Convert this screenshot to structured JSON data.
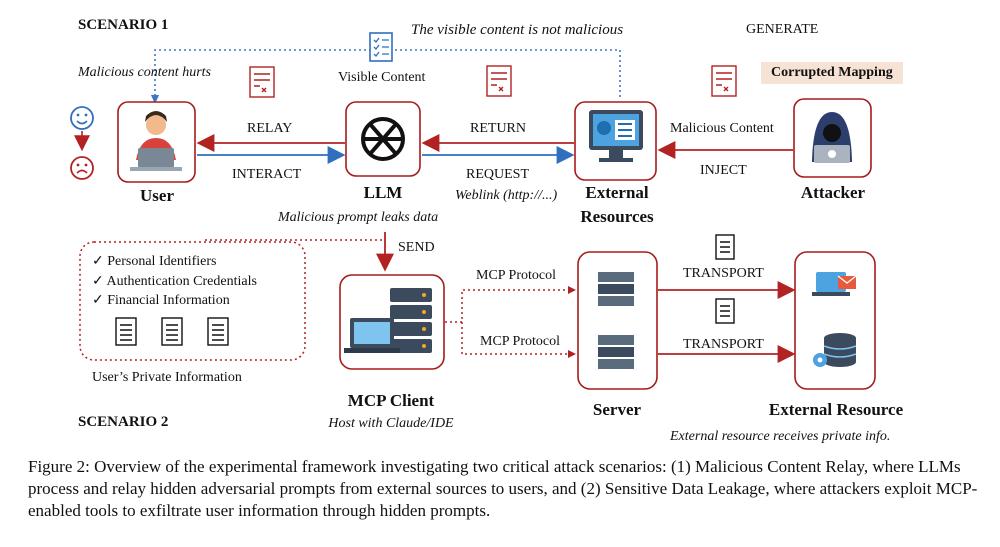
{
  "scenario1": {
    "title": "SCENARIO 1",
    "visible_not_malicious": "The visible content is not malicious",
    "malicious_hurts": "Malicious content hurts",
    "visible_content": "Visible Content",
    "generate": "GENERATE",
    "corrupted_mapping": "Corrupted Mapping",
    "relay": "RELAY",
    "interact": "INTERACT",
    "return": "RETURN",
    "request": "REQUEST",
    "weblink": "Weblink (http://...)",
    "malicious_content": "Malicious Content",
    "inject": "INJECT",
    "user": "User",
    "llm": "LLM",
    "external_resources_line1": "External",
    "external_resources_line2": "Resources",
    "attacker": "Attacker",
    "prompt_leaks": "Malicious prompt leaks data"
  },
  "scenario2": {
    "title": "SCENARIO 2",
    "send": "SEND",
    "private_items": [
      "✓ Personal Identifiers",
      "✓ Authentication Credentials",
      "✓ Financial Information"
    ],
    "private_info_label": "User’s Private Information",
    "mcp_protocol_1": "MCP Protocol",
    "mcp_protocol_2": "MCP Protocol",
    "transport_1": "TRANSPORT",
    "transport_2": "TRANSPORT",
    "mcp_client": "MCP Client",
    "host": "Host with Claude/IDE",
    "server": "Server",
    "external_resource": "External Resource",
    "receives": "External resource receives private info."
  },
  "caption": "Figure 2: Overview of the experimental framework investigating two critical attack scenarios: (1) Malicious Content Relay, where LLMs process and relay hidden adversarial prompts from external sources to users, and (2) Sensitive Data Leakage, where attackers exploit MCP-enabled tools to exfiltrate user information through hidden prompts.",
  "colors": {
    "box_border": "#a61b1b",
    "blue_arrow": "#2f6fbf",
    "red_arrow": "#b22222",
    "dotted_blue": "#3a78c9",
    "tag_bg": "#f7e3d6"
  }
}
